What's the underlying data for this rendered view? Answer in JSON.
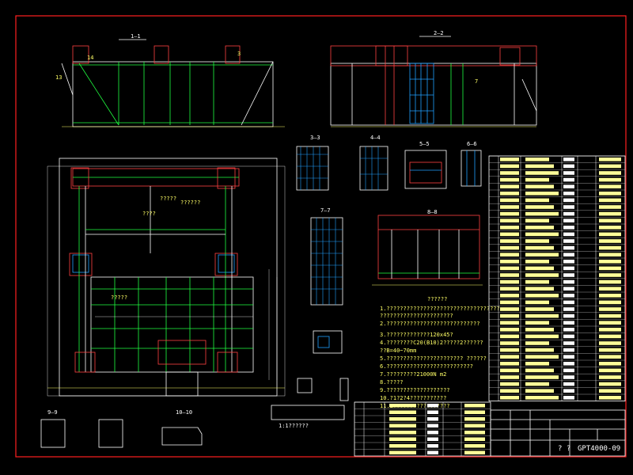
{
  "colors": {
    "background": "#000000",
    "frame": "#ff2020",
    "outline": "#ffffff",
    "rebar": "#20ff40",
    "concrete": "#ff4040",
    "mesh": "#20a0ff",
    "text": "#ffff66",
    "cyan": "#00ffff",
    "table_fill": "#ffff99"
  },
  "drawing": {
    "section_titles": [
      "1—1",
      "2—2",
      "3—3",
      "4—4",
      "5—5",
      "6—6",
      "7—7",
      "8—8",
      "9—9",
      "10—10"
    ],
    "notes_title": "??????",
    "notes": [
      "1.??????????????????????????????????",
      "   ??????????????????????",
      "2.????????????????????????????",
      "3.?????????????120x45?",
      "4.????????C20(B10)2?????2??????",
      "   ??B=40~70mm",
      "5.???????????????????????      ??????",
      "6.??????????????????????????",
      "7.?????????21000N m2",
      "8.?????",
      "9.???????????????????",
      "10.?1?2?4???????????",
      "11.2?????????????????"
    ],
    "plan_labels": [
      "?????",
      "??????",
      "????",
      "?????"
    ],
    "bottom_scale_label": "1:1??????",
    "drawing_number": "GPT4000-09",
    "title_block_small": "? ?"
  }
}
